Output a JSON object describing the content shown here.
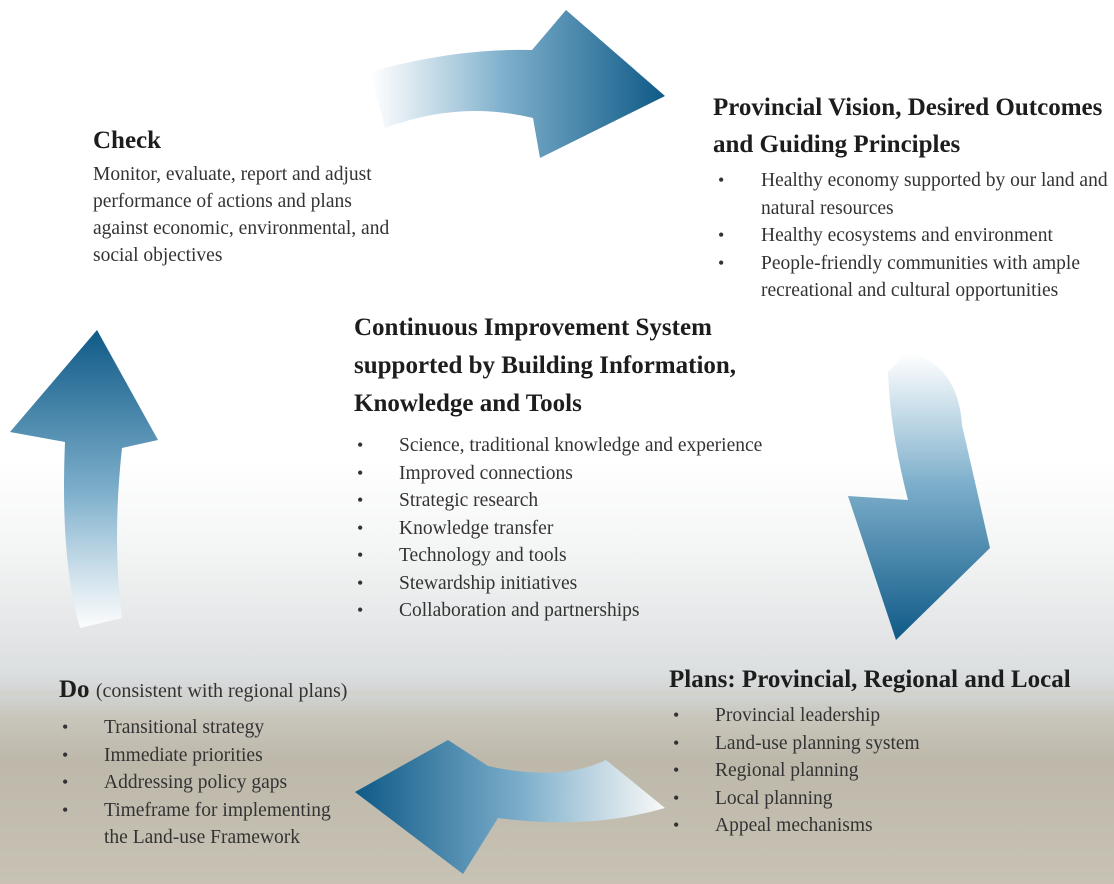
{
  "check": {
    "title": "Check",
    "text": "Monitor, evaluate, report and adjust performance of actions and plans against economic, environmental, and social objectives"
  },
  "vision": {
    "title": "Provincial Vision, Desired Outcomes and Guiding Principles",
    "bullets": [
      "Healthy economy supported by our land and natural resources",
      "Healthy ecosystems and environment",
      "People-friendly communities with ample recreational and cultural opportunities"
    ]
  },
  "center": {
    "title": "Continuous Improvement System supported by Building Information, Knowledge and Tools",
    "bullets": [
      "Science, traditional knowledge and experience",
      "Improved connections",
      "Strategic research",
      "Knowledge transfer",
      "Technology and tools",
      "Stewardship initiatives",
      "Collaboration and partnerships"
    ]
  },
  "plans": {
    "title": "Plans: Provincial, Regional and Local",
    "bullets": [
      "Provincial leadership",
      "Land-use planning system",
      "Regional planning",
      "Local planning",
      "Appeal mechanisms"
    ]
  },
  "do": {
    "title": "Do",
    "subtitle": "(consistent with regional plans)",
    "bullets": [
      "Transitional strategy",
      "Immediate priorities",
      "Addressing policy gaps",
      "Timeframe for implementing the Land-use Framework"
    ]
  },
  "bullet_char": "•",
  "colors": {
    "arrow_dark": "#0f5a87",
    "arrow_light": "#ffffff"
  }
}
